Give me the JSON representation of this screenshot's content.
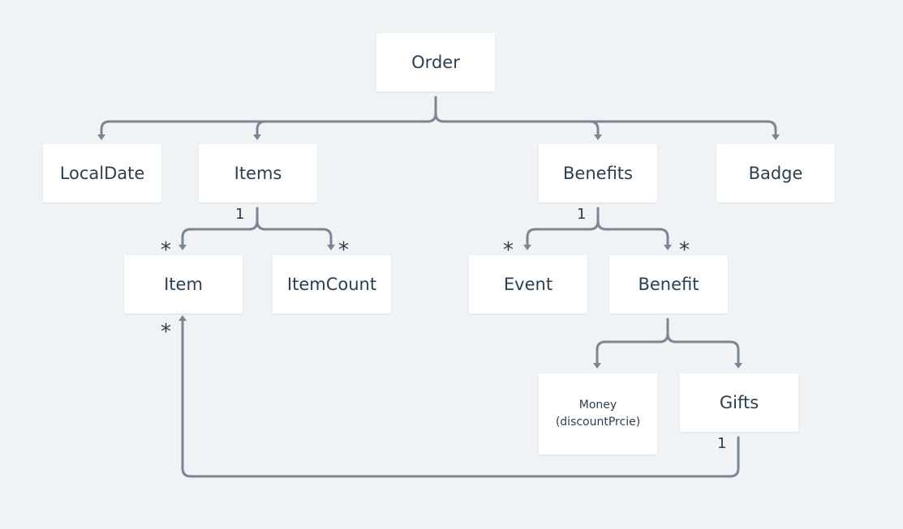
{
  "diagram": {
    "nodes": [
      {
        "id": "order",
        "label": "Order"
      },
      {
        "id": "localdate",
        "label": "LocalDate"
      },
      {
        "id": "items",
        "label": "Items"
      },
      {
        "id": "benefits",
        "label": "Benefits"
      },
      {
        "id": "badge",
        "label": "Badge"
      },
      {
        "id": "item",
        "label": "Item"
      },
      {
        "id": "itemcount",
        "label": "ItemCount"
      },
      {
        "id": "event",
        "label": "Event"
      },
      {
        "id": "benefit",
        "label": "Benefit"
      },
      {
        "id": "money",
        "label_line1": "Money",
        "label_line2": "(discountPrcie)"
      },
      {
        "id": "gifts",
        "label": "Gifts"
      }
    ],
    "edges": [
      {
        "from": "Order",
        "to": "LocalDate"
      },
      {
        "from": "Order",
        "to": "Items"
      },
      {
        "from": "Order",
        "to": "Benefits"
      },
      {
        "from": "Order",
        "to": "Badge"
      },
      {
        "from": "Items",
        "to": "Item",
        "source_mult": "1",
        "target_mult": "*"
      },
      {
        "from": "Items",
        "to": "ItemCount",
        "source_mult": "1",
        "target_mult": "*"
      },
      {
        "from": "Benefits",
        "to": "Event",
        "source_mult": "1",
        "target_mult": "*"
      },
      {
        "from": "Benefits",
        "to": "Benefit",
        "source_mult": "1",
        "target_mult": "*"
      },
      {
        "from": "Benefit",
        "to": "Money"
      },
      {
        "from": "Benefit",
        "to": "Gifts"
      },
      {
        "from": "Gifts",
        "to": "Item",
        "source_mult": "1",
        "target_mult": "*"
      }
    ],
    "multiplicities": {
      "items_source": "1",
      "item_target": "*",
      "itemcount_target": "*",
      "benefits_source": "1",
      "event_target": "*",
      "benefit_target": "*",
      "gifts_source": "1",
      "item_from_gifts": "*"
    },
    "colors": {
      "background": "#eff3f6",
      "node_fill": "#ffffff",
      "text": "#2c3e50",
      "connector": "#7a8793"
    }
  }
}
